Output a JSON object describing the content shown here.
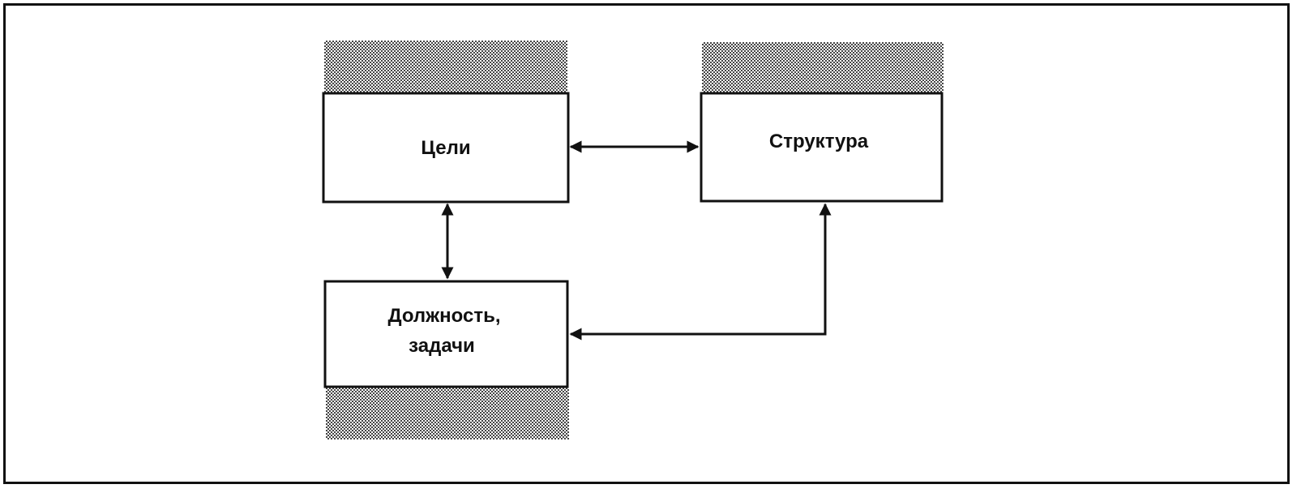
{
  "diagram": {
    "nodes": {
      "goals": {
        "label": "Цели"
      },
      "structure": {
        "label": "Структура"
      },
      "positions": {
        "line1": "Должность,",
        "line2": "задачи"
      }
    },
    "edges": [
      {
        "from": "goals",
        "to": "structure",
        "direction": "bidirectional"
      },
      {
        "from": "goals",
        "to": "positions",
        "direction": "bidirectional"
      },
      {
        "from": "structure",
        "to": "positions",
        "direction": "bidirectional"
      }
    ],
    "colors": {
      "stroke": "#111111",
      "background": "#ffffff",
      "hatch": "#444444"
    }
  }
}
